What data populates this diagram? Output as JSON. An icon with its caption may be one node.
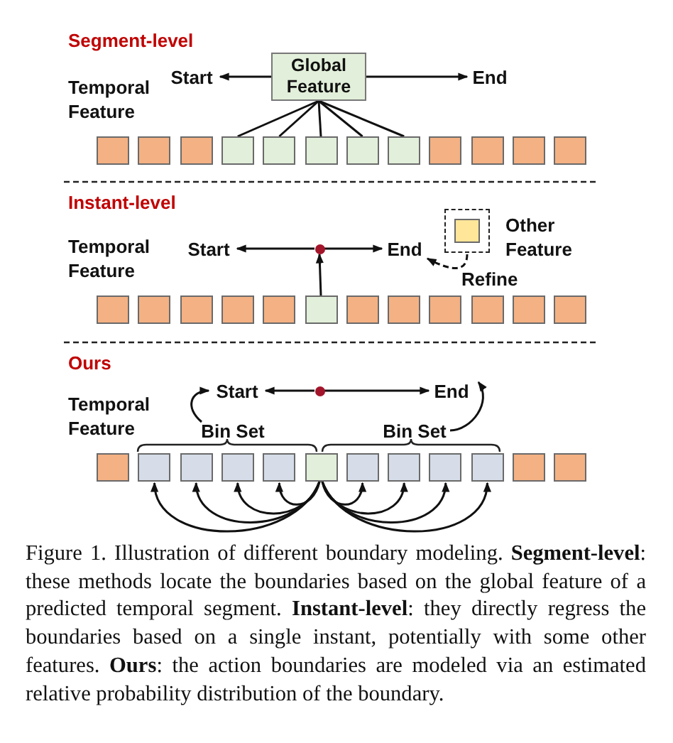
{
  "diagram": {
    "caption": "Figure 1. Illustration of different boundary modeling. **Segment-level**: these methods locate the boundaries based on the global feature of a predicted temporal segment. **Instant-level**: they directly regress the boundaries based on a single instant, potentially with some other features. **Ours**: the action boundaries are modeled via an estimated relative probability distribution of the boundary.",
    "nodes": [
      {
        "text": [
          "Start"
        ]
      },
      {
        "text": [
          "Global Feature"
        ]
      },
      {
        "text": [
          "End"
        ]
      },
      {
        "text": [],
        "shape": "box"
      },
      {
        "text": [],
        "shape": "box"
      },
      {
        "text": [],
        "shape": "box"
      },
      {
        "text": [],
        "shape": "box"
      },
      {
        "text": [],
        "shape": "box"
      },
      {
        "text": [],
        "shape": "box"
      },
      {
        "text": [],
        "shape": "box"
      },
      {
        "text": [],
        "shape": "box"
      },
      {
        "text": [],
        "shape": "box"
      },
      {
        "text": [],
        "shape": "box"
      },
      {
        "text": [],
        "shape": "box"
      },
      {
        "text": [],
        "shape": "box"
      },
      {
        "text": [
          "Start"
        ]
      },
      {
        "text": [],
        "shape": "circle"
      },
      {
        "text": [
          "End"
        ]
      },
      {
        "text": [],
        "shape": "box"
      },
      {
        "text": [],
        "shape": "box"
      },
      {
        "text": [],
        "shape": "box"
      },
      {
        "text": [],
        "shape": "box"
      },
      {
        "text": [],
        "shape": "box"
      },
      {
        "text": [],
        "shape": "box"
      },
      {
        "text": [],
        "shape": "box"
      },
      {
        "text": [],
        "shape": "box"
      },
      {
        "text": [],
        "shape": "box"
      },
      {
        "text": [],
        "shape": "box"
      },
      {
        "text": [],
        "shape": "box"
      },
      {
        "text": [],
        "shape": "box"
      },
      {
        "text": [],
        "shape": "box",
        "beside": [
          "Other Feature"
        ]
      },
      {
        "text": [],
        "shape": "box",
        "in": 30
      },
      {
        "text": [
          "Start"
        ]
      },
      {
        "text": [],
        "shape": "circle"
      },
      {
        "text": [
          "End"
        ]
      },
      {
        "text": [
          "Bin Set"
        ]
      },
      {
        "text": [
          "Bin Set"
        ]
      },
      {
        "text": [],
        "shape": "box"
      },
      {
        "text": [],
        "shape": "box"
      },
      {
        "text": [],
        "shape": "box"
      },
      {
        "text": [],
        "shape": "box"
      },
      {
        "text": [],
        "shape": "box"
      },
      {
        "text": [],
        "shape": "box"
      },
      {
        "text": [],
        "shape": "box"
      },
      {
        "text": [],
        "shape": "box"
      },
      {
        "text": [],
        "shape": "box"
      },
      {
        "text": [],
        "shape": "box"
      },
      {
        "text": [],
        "shape": "box"
      },
      {
        "text": [],
        "shape": "box"
      }
    ],
    "edges": [
      {
        "from": 1,
        "to": 0,
        "arrow": "to"
      },
      {
        "from": 1,
        "to": 2,
        "arrow": "to"
      },
      {
        "from": 1,
        "to": 6,
        "arrow": "none"
      },
      {
        "from": 1,
        "to": 7,
        "arrow": "none"
      },
      {
        "from": 1,
        "to": 8,
        "arrow": "none"
      },
      {
        "from": 1,
        "to": 9,
        "arrow": "none"
      },
      {
        "from": 1,
        "to": 10,
        "arrow": "none"
      },
      {
        "from": 16,
        "to": 15,
        "arrow": "to"
      },
      {
        "from": 16,
        "to": 17,
        "arrow": "to"
      },
      {
        "from": 23,
        "to": 16,
        "arrow": "to"
      },
      {
        "from": 30,
        "to": 17,
        "arrow": "to",
        "label": "Refine",
        "style": "dashed"
      },
      {
        "from": 33,
        "to": 32,
        "arrow": "to"
      },
      {
        "from": 33,
        "to": 34,
        "arrow": "to"
      },
      {
        "from": 35,
        "to": 32,
        "arrow": "to"
      },
      {
        "from": 36,
        "to": 34,
        "arrow": "to"
      },
      {
        "from": 42,
        "to": 38,
        "arrow": "to"
      },
      {
        "from": 42,
        "to": 39,
        "arrow": "to"
      },
      {
        "from": 42,
        "to": 40,
        "arrow": "to"
      },
      {
        "from": 42,
        "to": 41,
        "arrow": "to"
      },
      {
        "from": 42,
        "to": 43,
        "arrow": "to"
      },
      {
        "from": 42,
        "to": 44,
        "arrow": "to"
      },
      {
        "from": 42,
        "to": 45,
        "arrow": "to"
      },
      {
        "from": 42,
        "to": 46,
        "arrow": "to"
      }
    ],
    "labels": [
      "Segment-level",
      "Temporal Feature",
      "Instant-level",
      "Temporal Feature",
      "Ours",
      "Temporal Feature"
    ]
  }
}
